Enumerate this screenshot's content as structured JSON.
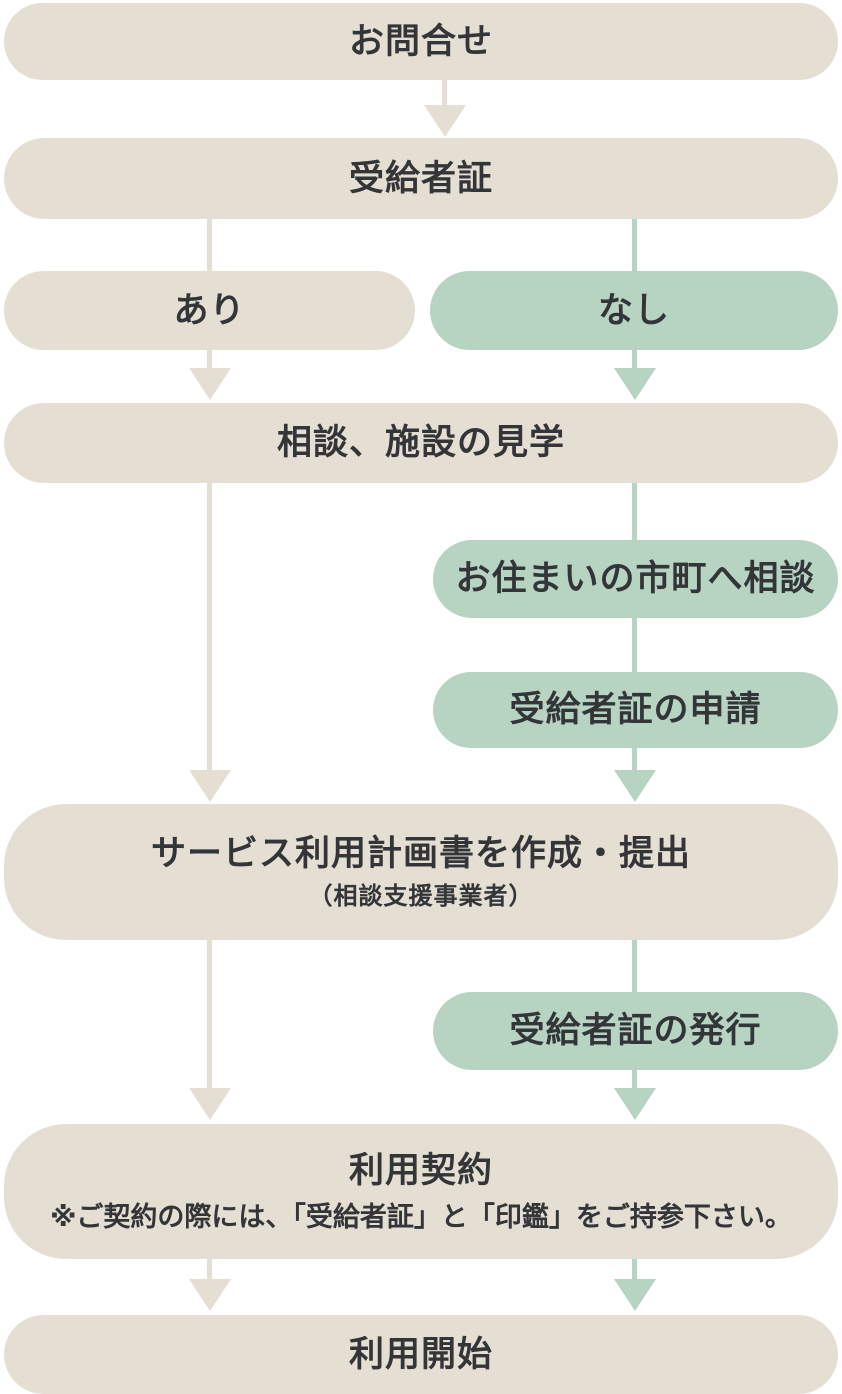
{
  "diagram": {
    "name": "service-usage-flow",
    "colors": {
      "pill_beige": "#e5ded3",
      "pill_green": "#b7d4c3",
      "text": "#333539",
      "background": "#ffffff"
    },
    "nodes": [
      {
        "id": "inquiry",
        "label": "お問合せ",
        "variant": "beige"
      },
      {
        "id": "recipient-certificate",
        "label": "受給者証",
        "variant": "beige"
      },
      {
        "id": "certificate-have",
        "label": "あり",
        "variant": "beige"
      },
      {
        "id": "certificate-none",
        "label": "なし",
        "variant": "green"
      },
      {
        "id": "consultation-facility-tour",
        "label": "相談、施設の見学",
        "variant": "beige"
      },
      {
        "id": "consult-municipality",
        "label": "お住まいの市町へ相談",
        "variant": "green"
      },
      {
        "id": "certificate-application",
        "label": "受給者証の申請",
        "variant": "green"
      },
      {
        "id": "service-plan",
        "label": "サービス利用計画書を作成・提出",
        "sublabel": "（相談支援事業者）",
        "variant": "beige"
      },
      {
        "id": "certificate-issuance",
        "label": "受給者証の発行",
        "variant": "green"
      },
      {
        "id": "usage-contract",
        "label": "利用契約",
        "note": "※ご契約の際には、「受給者証」と「印鑑」をご持参下さい。",
        "variant": "beige"
      },
      {
        "id": "usage-start",
        "label": "利用開始",
        "variant": "beige"
      }
    ],
    "edges": [
      {
        "from": "inquiry",
        "to": "recipient-certificate",
        "color": "beige",
        "arrow": true
      },
      {
        "from": "recipient-certificate",
        "to": "certificate-have",
        "color": "beige",
        "arrow": false
      },
      {
        "from": "recipient-certificate",
        "to": "certificate-none",
        "color": "green",
        "arrow": false
      },
      {
        "from": "certificate-have",
        "to": "consultation-facility-tour",
        "color": "beige",
        "arrow": true
      },
      {
        "from": "certificate-none",
        "to": "consultation-facility-tour",
        "color": "green",
        "arrow": true
      },
      {
        "from": "consultation-facility-tour",
        "to": "service-plan",
        "color": "beige",
        "arrow": true
      },
      {
        "from": "consultation-facility-tour",
        "to": "consult-municipality",
        "color": "green",
        "arrow": false
      },
      {
        "from": "consult-municipality",
        "to": "certificate-application",
        "color": "green",
        "arrow": false
      },
      {
        "from": "certificate-application",
        "to": "service-plan",
        "color": "green",
        "arrow": true
      },
      {
        "from": "service-plan",
        "to": "usage-contract",
        "color": "beige",
        "arrow": true
      },
      {
        "from": "service-plan",
        "to": "certificate-issuance",
        "color": "green",
        "arrow": false
      },
      {
        "from": "certificate-issuance",
        "to": "usage-contract",
        "color": "green",
        "arrow": true
      },
      {
        "from": "usage-contract",
        "to": "usage-start",
        "color": "beige",
        "arrow": true
      },
      {
        "from": "usage-contract",
        "to": "usage-start",
        "color": "green",
        "arrow": true
      }
    ]
  }
}
